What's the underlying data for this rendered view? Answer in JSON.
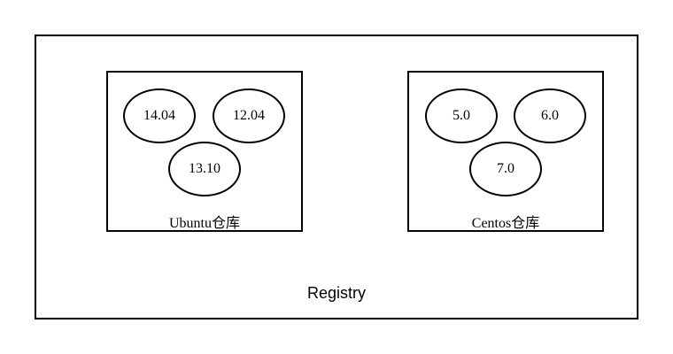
{
  "registry": {
    "label": "Registry",
    "repositories": [
      {
        "label": "Ubuntu仓库",
        "tags": [
          "14.04",
          "12.04",
          "13.10"
        ]
      },
      {
        "label": "Centos仓库",
        "tags": [
          "5.0",
          "6.0",
          "7.0"
        ]
      }
    ]
  }
}
